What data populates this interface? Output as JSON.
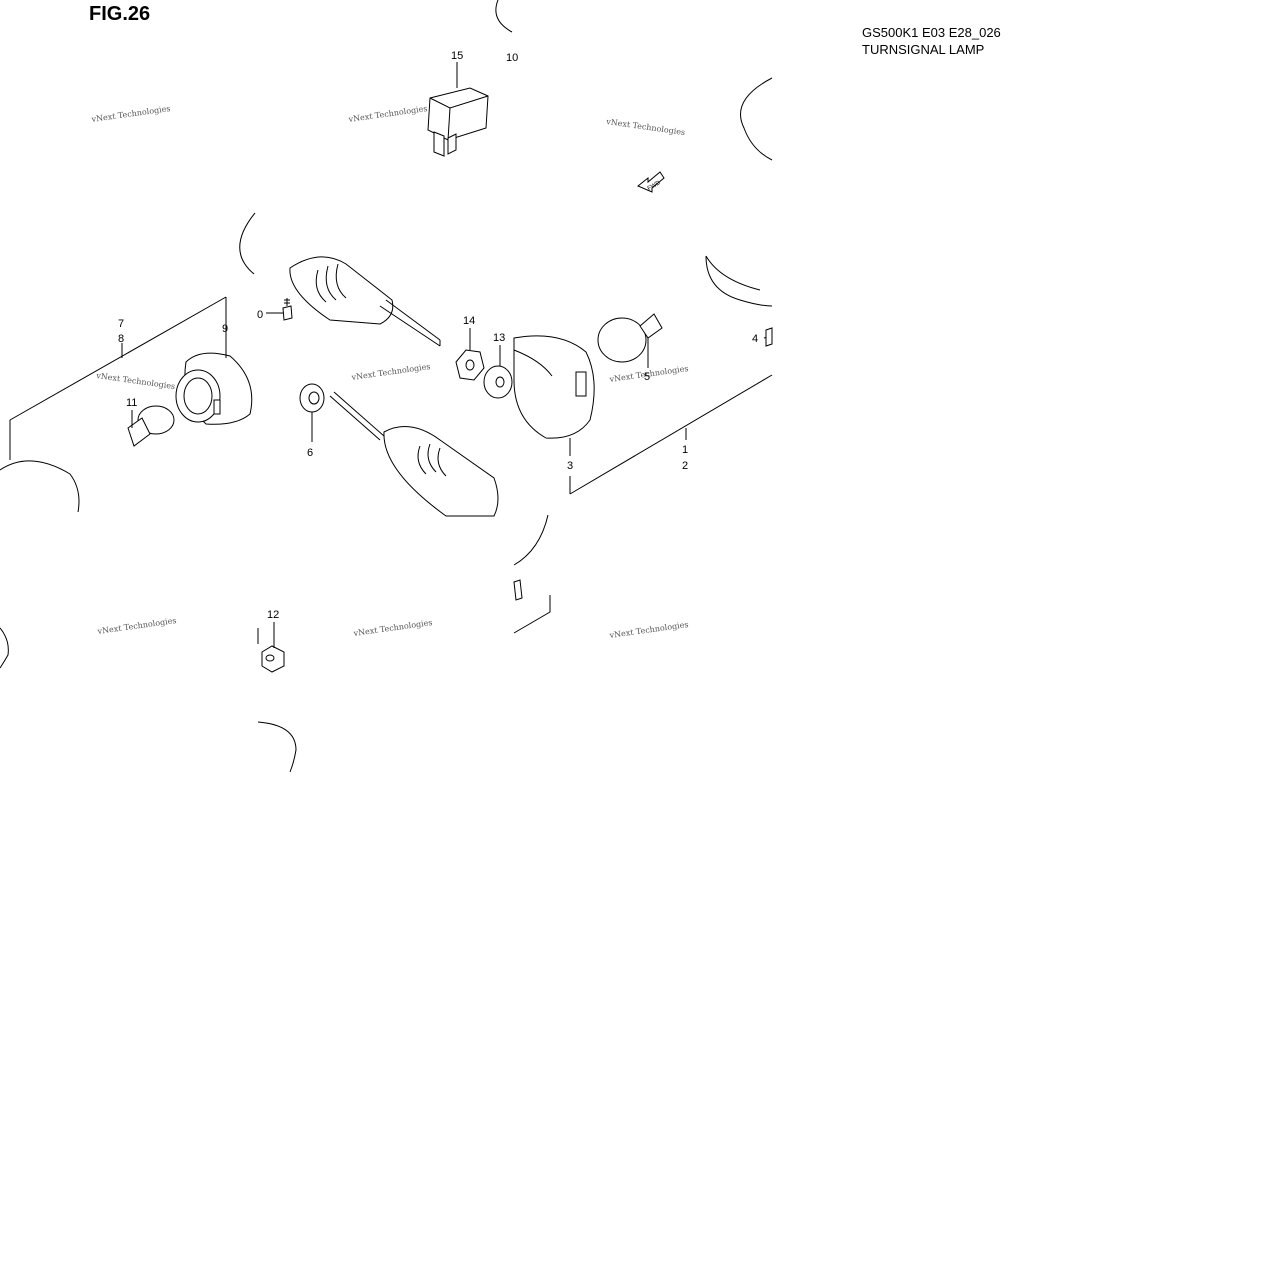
{
  "header": {
    "figure": "FIG.26",
    "model_code": "GS500K1 E03 E28_026",
    "section_title": "TURNSIGNAL LAMP"
  },
  "callouts": {
    "c15": "15",
    "c10": "10",
    "c0": "0",
    "c7": "7",
    "c8": "8",
    "c9": "9",
    "c14": "14",
    "c13": "13",
    "c5": "5",
    "c4": "4",
    "c11": "11",
    "c6": "6",
    "c3": "3",
    "c1": "1",
    "c2": "2",
    "c12": "12"
  },
  "fwd_arrow_label": "FWD",
  "watermark": {
    "brand": "vNext Technologies"
  },
  "colors": {
    "line": "#000000",
    "background": "#ffffff",
    "watermark": "#555555"
  }
}
